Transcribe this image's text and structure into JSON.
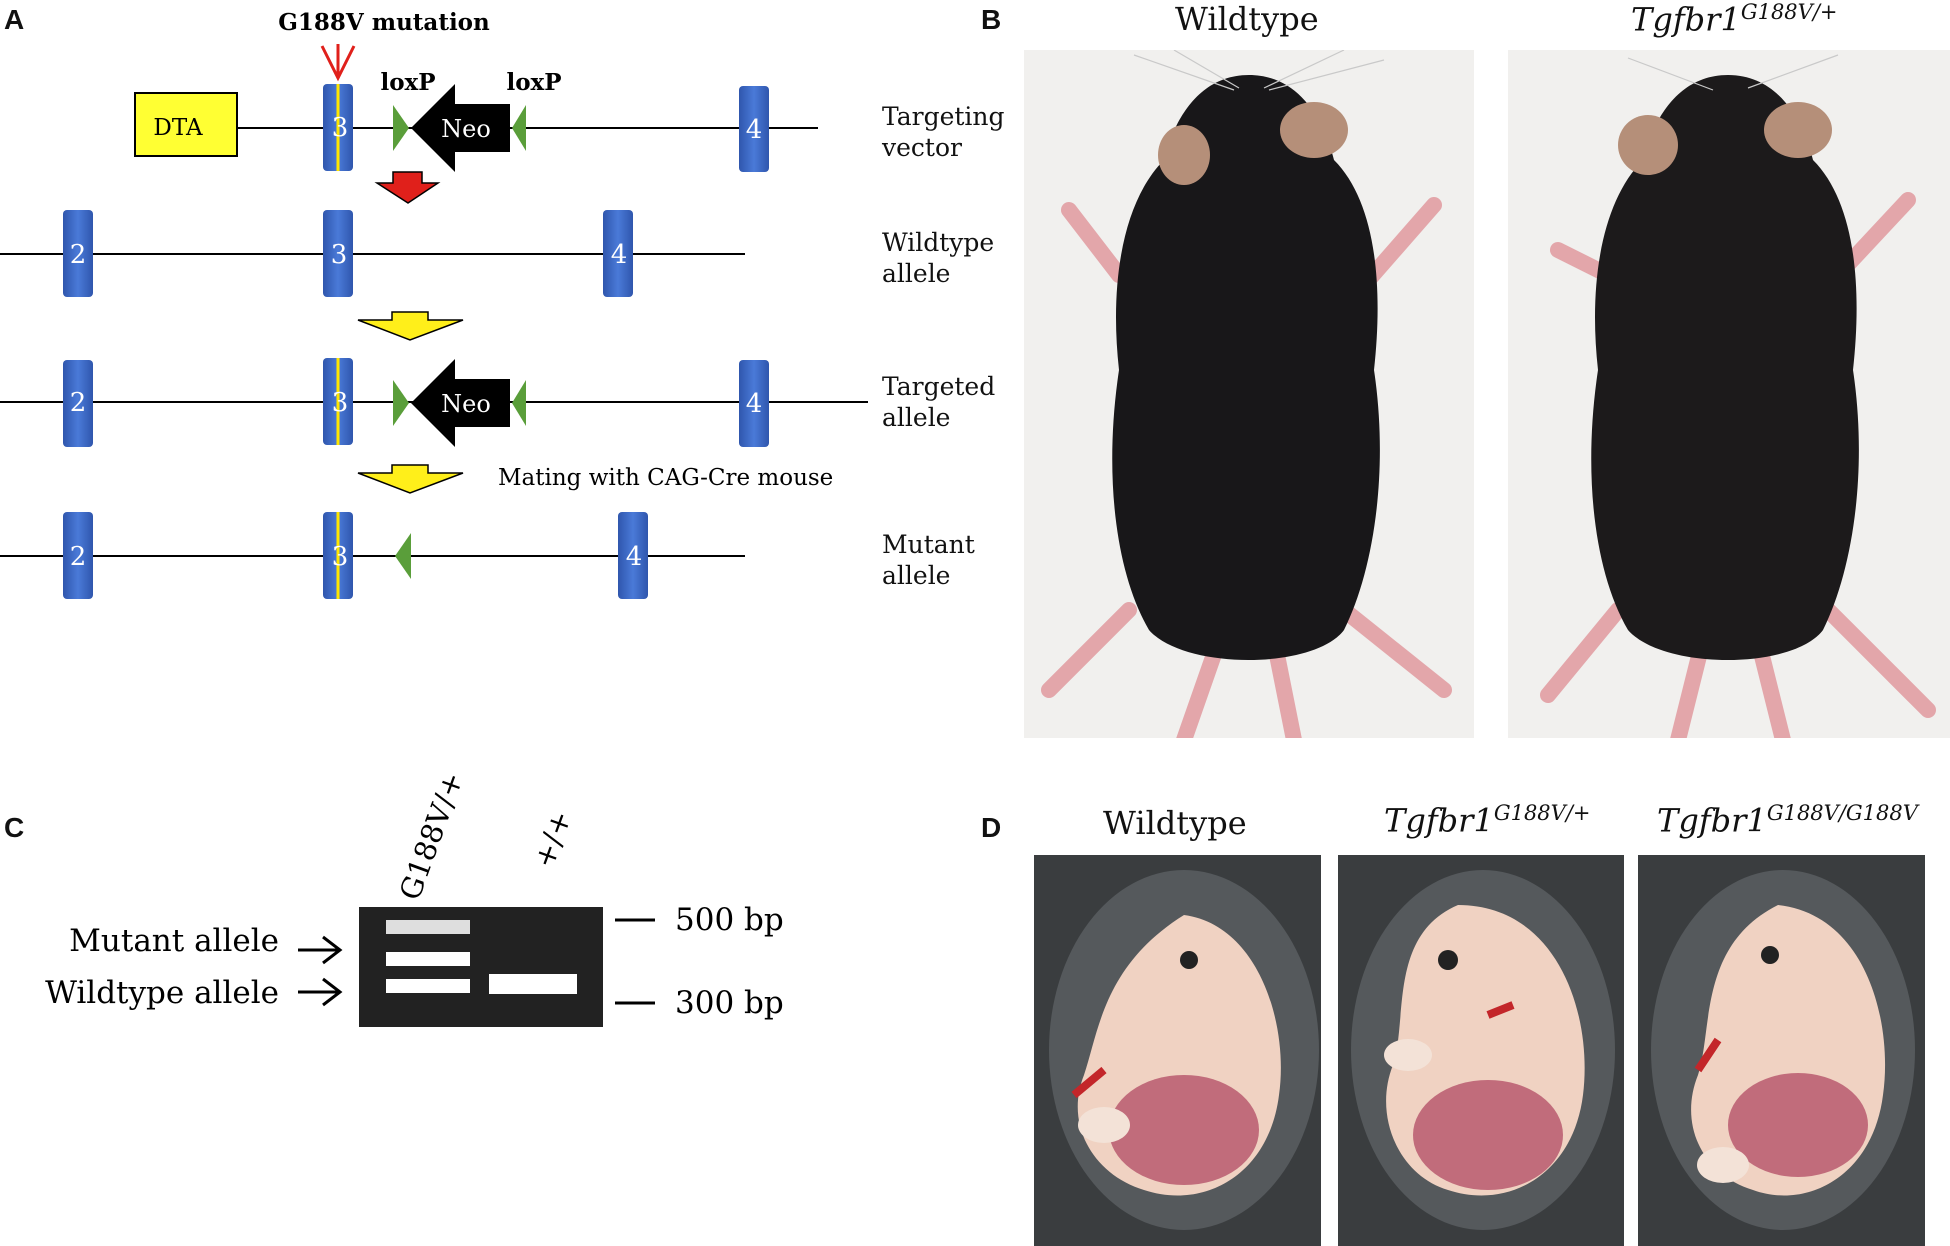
{
  "panels": {
    "a": "A",
    "b": "B",
    "c": "C",
    "d": "D"
  },
  "panel_a": {
    "mutation_label": "G188V mutation",
    "loxp_left": "loxP",
    "loxp_right": "loxP",
    "dta": "DTA",
    "neo": "Neo",
    "exon2": "2",
    "exon3": "3",
    "exon4": "4",
    "mating_label": "Mating with CAG-Cre mouse",
    "row_labels": {
      "targeting_vector_1": "Targeting",
      "targeting_vector_2": "vector",
      "wildtype_allele_1": "Wildtype",
      "wildtype_allele_2": "allele",
      "targeted_allele_1": "Targeted",
      "targeted_allele_2": "allele",
      "mutant_allele_1": "Mutant",
      "mutant_allele_2": "allele"
    },
    "colors": {
      "exon": "#3a66c4",
      "mutation": "#ffe600",
      "dta": "#ffff33",
      "loxp": "#5a9e3a",
      "neo": "#000000",
      "red_arrow": "#e0201b",
      "yellow_arrow": "#ffef1a"
    }
  },
  "panel_b": {
    "wildtype_title": "Wildtype",
    "mutant_gene": "Tgfbr1",
    "mutant_sup": "G188V/+"
  },
  "panel_c": {
    "lane1": "G188V/+",
    "lane2": "+/+",
    "mutant_allele": "Mutant allele",
    "wildtype_allele": "Wildtype allele",
    "marker_500": "500 bp",
    "marker_300": "300 bp"
  },
  "panel_d": {
    "wildtype_title": "Wildtype",
    "het_gene": "Tgfbr1",
    "het_sup": "G188V/+",
    "hom_gene": "Tgfbr1",
    "hom_sup": "G188V/G188V"
  }
}
